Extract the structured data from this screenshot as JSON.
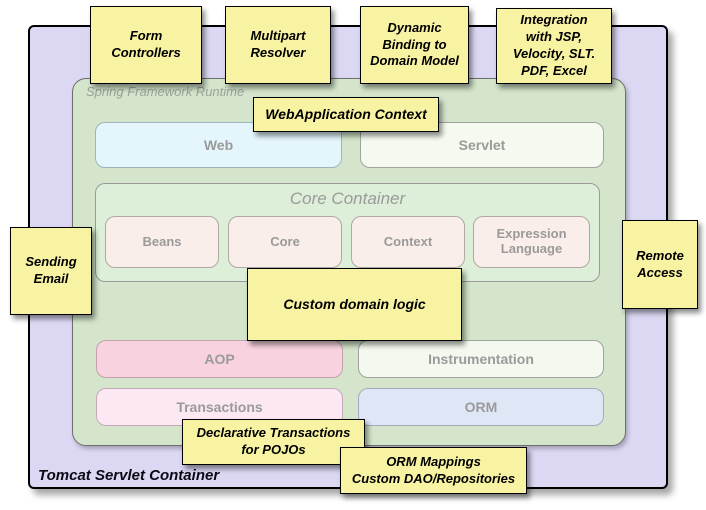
{
  "containers": {
    "tomcat": {
      "label": "Tomcat Servlet Container",
      "fill": "#dcd8f4",
      "border": "#000000"
    },
    "spring_runtime": {
      "label": "Spring Framework Runtime",
      "fill": "#d4e5cb",
      "label_color": "#9aa29a"
    }
  },
  "modules": {
    "web": {
      "label": "Web",
      "fill": "#e4f6fb"
    },
    "servlet": {
      "label": "Servlet",
      "fill": "#f4faef"
    },
    "core_container": {
      "label": "Core Container",
      "fill": "#ddefd8"
    },
    "beans": {
      "label": "Beans",
      "fill": "#faeeea"
    },
    "core": {
      "label": "Core",
      "fill": "#faeeea"
    },
    "context": {
      "label": "Context",
      "fill": "#faeeea"
    },
    "expression_language": {
      "label": "Expression Language",
      "fill": "#faeeea"
    },
    "aop": {
      "label": "AOP",
      "fill": "#f8d3df"
    },
    "instrumentation": {
      "label": "Instrumentation",
      "fill": "#f3f9ee"
    },
    "transactions": {
      "label": "Transactions",
      "fill": "#fce8f2"
    },
    "orm": {
      "label": "ORM",
      "fill": "#dfe7f6"
    },
    "label_color": "#9a9a9a"
  },
  "notes": {
    "style": {
      "fill": "#f8f3a2",
      "border": "#000000",
      "text_color": "#000000"
    },
    "form_controllers": {
      "text": "Form\nControllers"
    },
    "multipart_resolver": {
      "text": "Multipart\nResolver"
    },
    "dynamic_binding": {
      "text": "Dynamic\nBinding to\nDomain Model"
    },
    "integration": {
      "text": "Integration\nwith JSP,\nVelocity, SLT.\nPDF, Excel"
    },
    "webapplication_context": {
      "text": "WebApplication Context"
    },
    "sending_email": {
      "text": "Sending\nEmail"
    },
    "remote_access": {
      "text": "Remote\nAccess"
    },
    "custom_domain_logic": {
      "text": "Custom domain logic"
    },
    "declarative_transactions": {
      "text": "Declarative Transactions\nfor POJOs"
    },
    "orm_mappings": {
      "text": "ORM Mappings\nCustom DAO/Repositories"
    }
  }
}
